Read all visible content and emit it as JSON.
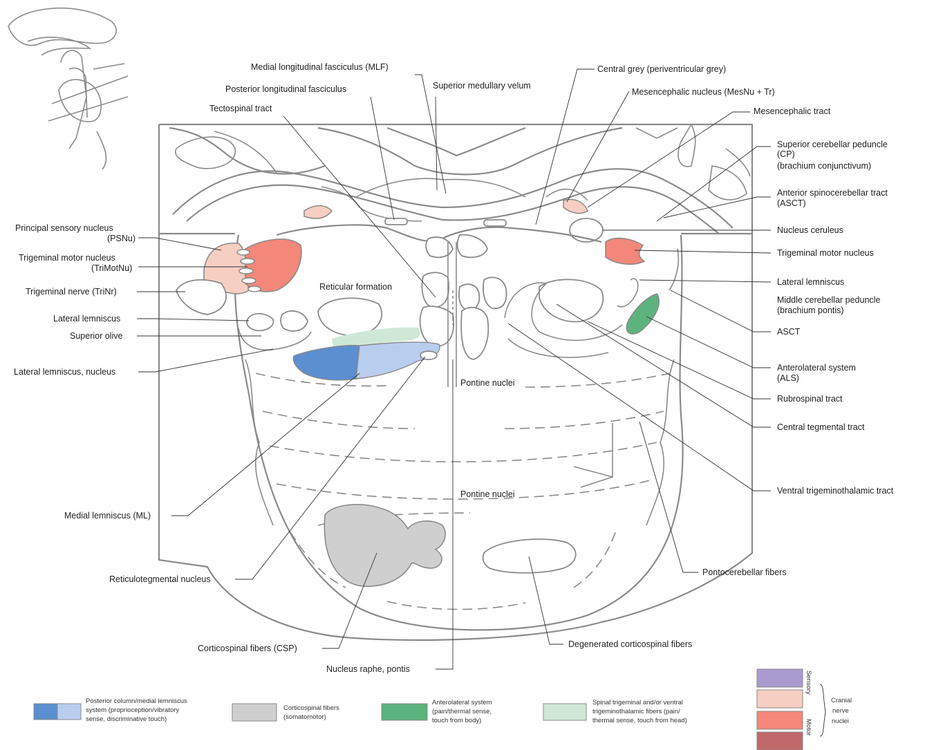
{
  "labels": {
    "mlf": "Medial longitudinal fasciculus (MLF)",
    "plf": "Posterior longitudinal fasciculus",
    "tectospinal": "Tectospinal tract",
    "sup_med_velum": "Superior medullary velum",
    "central_grey": "Central grey (periventricular grey)",
    "mesnu": "Mesencephalic nucleus (MesNu + Tr)",
    "mes_tract": "Mesencephalic tract",
    "scp1": "Superior cerebellar peduncle",
    "scp2": "(CP)",
    "scp3": "(brachium conjunctivum)",
    "asct_a": "Anterior spinocerebellar tract",
    "asct_b": "(ASCT)",
    "ceruleus": "Nucleus ceruleus",
    "trimot_r": "Trigeminal motor nucleus",
    "latlem_r": "Lateral lemniscus",
    "mcp1": "Middle cerebellar peduncle",
    "mcp2": "(brachium pontis)",
    "asct_r": "ASCT",
    "als1": "Anterolateral system",
    "als2": "(ALS)",
    "rubro": "Rubrospinal tract",
    "ctt": "Central tegmental tract",
    "vtt": "Ventral trigeminothalamic tract",
    "pontocereb": "Pontocerebellar fibers",
    "degen": "Degenerated corticospinal fibers",
    "raphe": "Nucleus raphe, pontis",
    "csp": "Corticospinal fibers (CSP)",
    "reticulo": "Reticulotegmental nucleus",
    "ml": "Medial lemniscus (ML)",
    "latlem_nuc": "Lateral lemniscus, nucleus",
    "sup_olive": "Superior olive",
    "latlem_l": "Lateral lemniscus",
    "trinr": "Trigeminal nerve (TriNr)",
    "trimot_l1": "Trigeminal motor nucleus",
    "trimot_l2": "(TriMotNu)",
    "psnu1": "Principal sensory nucleus",
    "psnu2": "(PSNu)",
    "reticular_formation": "Reticular formation",
    "pontine_nuclei_1": "Pontine nuclei",
    "pontine_nuclei_2": "Pontine nuclei"
  },
  "legend": {
    "dcml": [
      "Posterior column/medial lemniscus",
      "system (proprioception/vibratory",
      "sense, discriminative touch)"
    ],
    "csp": [
      "Corticospinal fibers",
      "(somatomotor)"
    ],
    "als": [
      "Anterolateral system",
      "(pain/thermal sense,",
      "touch from body)"
    ],
    "trig": [
      "Spinal trigeminal and/or ventral",
      "trigeminothalamic fibers (pain/",
      "thermal sense, touch from head)"
    ],
    "sensory": "Sensory",
    "motor": "Motor",
    "cranial": [
      "Cranial",
      "nerve",
      "nuclei"
    ]
  },
  "colors": {
    "dcml_dark": "#5b8fd0",
    "dcml_light": "#b9cdee",
    "csp_grey": "#cfcfcf",
    "als_green": "#5db37e",
    "trig_green": "#cfe8d6",
    "sensory_purple": "#a99ad0",
    "sensory_pink": "#f6cfc2",
    "motor_salmon": "#f2877a",
    "motor_dark": "#c0696a"
  }
}
